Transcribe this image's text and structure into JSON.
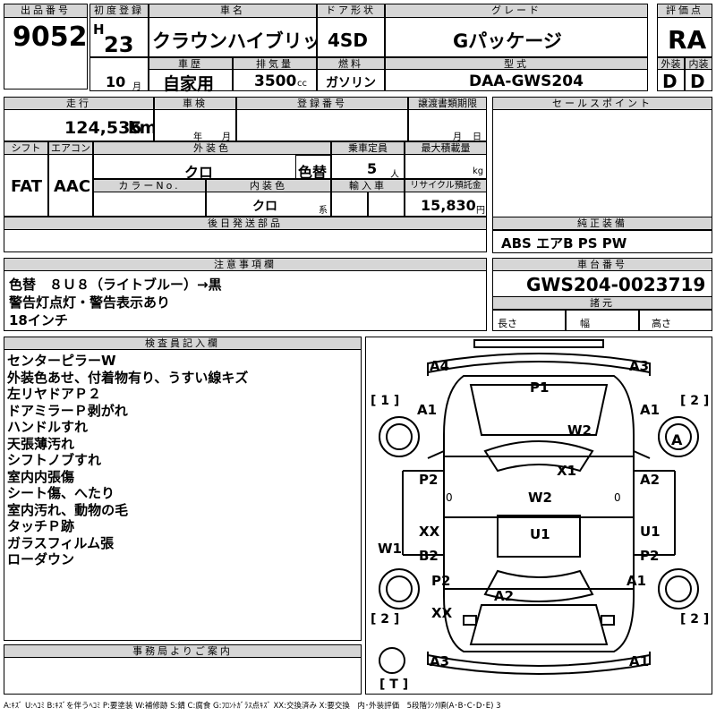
{
  "headers": {
    "lot_number": "出品番号",
    "first_reg": "初度登録",
    "car_name": "車名",
    "door_type": "ドア形状",
    "grade": "グレード",
    "score": "評価点",
    "history": "車歴",
    "displacement": "排気量",
    "fuel": "燃料",
    "model": "型式",
    "exterior": "外装",
    "interior": "内装",
    "mileage": "走行",
    "inspection": "車検",
    "reg_number": "登録番号",
    "transfer_docs": "譲渡書類期限",
    "sales_points": "セールスポイント",
    "shift": "シフト",
    "aircon": "エアコン",
    "exterior_color": "外装色",
    "capacity": "乗車定員",
    "max_load": "最大積載量",
    "color_no": "カラーNo.",
    "interior_color": "内装色",
    "import": "輸入車",
    "recycle": "リサイクル預託金",
    "later_parts": "後日発送部品",
    "equipment": "純正装備",
    "notes": "注意事項欄",
    "chassis": "車台番号",
    "dimensions": "諸元",
    "inspector": "検査員記入欄",
    "office": "事務局よりご案内"
  },
  "car": {
    "lot_number": "9052",
    "era": "H",
    "year": "23",
    "year_unit": "年",
    "month": "10",
    "month_unit": "月",
    "name": "クラウンハイブリッド",
    "door": "4SD",
    "grade": "Gパッケージ",
    "score": "RA",
    "history": "自家用",
    "displacement": "3500",
    "displacement_unit": "cc",
    "fuel": "ガソリン",
    "model": "DAA-GWS204",
    "exterior_grade": "D",
    "interior_grade": "D",
    "mileage": "124,535",
    "mileage_unit": "km",
    "insp_year": "年",
    "insp_month": "月",
    "transfer_month": "月",
    "transfer_day": "日",
    "shift": "FAT",
    "aircon": "AAC",
    "exterior_color": "クロ",
    "color_change": "色替",
    "capacity": "5",
    "capacity_unit": "人",
    "load_unit": "kg",
    "interior_color": "クロ",
    "interior_unit": "系",
    "recycle": "15,830",
    "recycle_unit": "円",
    "equipment": "ABS エアB PS PW",
    "chassis": "GWS204-0023719",
    "length_label": "長さ",
    "width_label": "幅",
    "height_label": "高さ"
  },
  "notes": [
    "色替　８Ｕ８（ライトブルー）→黒",
    "警告灯点灯・警告表示あり",
    "18インチ"
  ],
  "inspector": [
    "センターピラーW",
    "外装色あせ、付着物有り、うすい線キズ",
    "左リヤドアＰ２",
    "ドアミラーＰ剥がれ",
    "ハンドルすれ",
    "天張薄汚れ",
    "シフトノブすれ",
    "室内内張傷",
    "シート傷、へたり",
    "室内汚れ、動物の毛",
    "タッチＰ跡",
    "ガラスフィルム張",
    "ローダウン"
  ],
  "diagram": {
    "a4": "A4",
    "a3_top": "A3",
    "p1": "P1",
    "a1_fl": "A1",
    "a1_fr": "A1",
    "w2_hood": "W2",
    "a_wheel": "A",
    "x1": "X1",
    "p2_l": "P2",
    "a2_r": "A2",
    "w2_cab": "W2",
    "xx_l": "XX",
    "u1_center": "U1",
    "u1_r": "U1",
    "w1": "W1",
    "b2": "B2",
    "p2_r": "P2",
    "p2_rl": "P2",
    "a1_rr": "A1",
    "a2_trunk": "A2",
    "xx_rear": "XX",
    "a3_bottom": "A3",
    "a1_bottom": "A1",
    "zero_l": "0",
    "zero_r": "0",
    "box1": "[ 1 ]",
    "box2_tr": "[ 2 ]",
    "box2_bl": "[ 2 ]",
    "box2_br": "[ 2 ]",
    "box_t": "[ T ]"
  },
  "legend": "A:ｷｽﾞ U:ﾍｺﾐ B:ｷｽﾞを伴うﾍｺﾐ P:要塗装 W:補修跡 S:錆 C:腐食 G:ﾌﾛﾝﾄｶﾞﾗｽ点ｷｽﾞ XX:交換済み X:要交換　内･外装評価　5段階ﾗﾝｸ順(A･B･C･D･E) 3"
}
